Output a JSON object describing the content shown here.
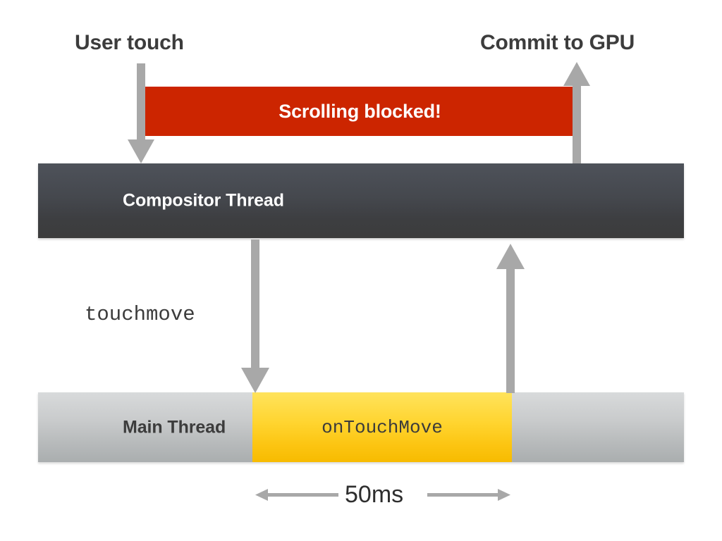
{
  "diagram": {
    "title_top_left": "User touch",
    "title_top_right": "Commit to GPU",
    "blocked_banner": "Scrolling blocked!",
    "compositor_thread_label": "Compositor Thread",
    "main_thread_label": "Main Thread",
    "event_caption": "touchmove",
    "handler_label": "onTouchMove",
    "duration_label": "50ms",
    "colors": {
      "blocked_red": "#cc2500",
      "compositor_dark": "#3c3c3c",
      "main_gray": "#c9cbcc",
      "handler_yellow": "#ffd42e",
      "arrow_gray": "#a8a8a8",
      "text_dark": "#3c3c3c",
      "text_light": "#ffffff",
      "background": "#ffffff"
    }
  }
}
